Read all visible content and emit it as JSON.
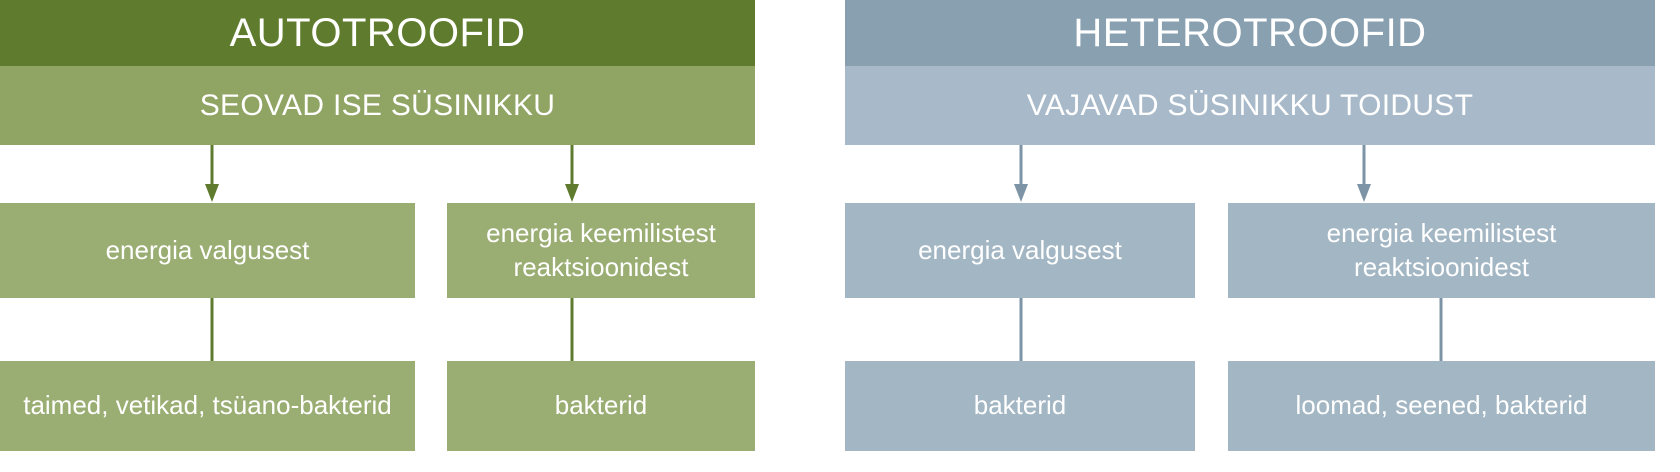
{
  "diagram": {
    "title_text": "AUTOTROOFID / HETEROTROOFID",
    "colors": {
      "auto_header_dark": "#5f7c2e",
      "auto_header_light": "#90a464",
      "auto_box": "#9aad72",
      "auto_arrow": "#5f7c2e",
      "hetero_header_dark": "#89a0b0",
      "hetero_header_light": "#a8bac9",
      "hetero_box": "#a3b6c4",
      "hetero_arrow": "#7d94a6",
      "text": "#ffffff",
      "background": "#ffffff"
    },
    "columns": [
      {
        "id": "autotroofid",
        "title": "AUTOTROOFID",
        "subtitle": "SEOVAD ISE SÜSINIKKU",
        "branches": [
          {
            "id": "auto-light",
            "energy": "energia valgusest",
            "organisms": "taimed, vetikad, tsüano-bakterid"
          },
          {
            "id": "auto-chemical",
            "energy": "energia keemilistest reaktsioonidest",
            "organisms": "bakterid"
          }
        ]
      },
      {
        "id": "heterotroofid",
        "title": "HETEROTROOFID",
        "subtitle": "VAJAVAD SÜSINIKKU TOIDUST",
        "branches": [
          {
            "id": "hetero-light",
            "energy": "energia valgusest",
            "organisms": "bakterid"
          },
          {
            "id": "hetero-chemical",
            "energy": "energia keemilistest reaktsioonidest",
            "organisms": "loomad, seened, bakterid"
          }
        ]
      }
    ]
  }
}
